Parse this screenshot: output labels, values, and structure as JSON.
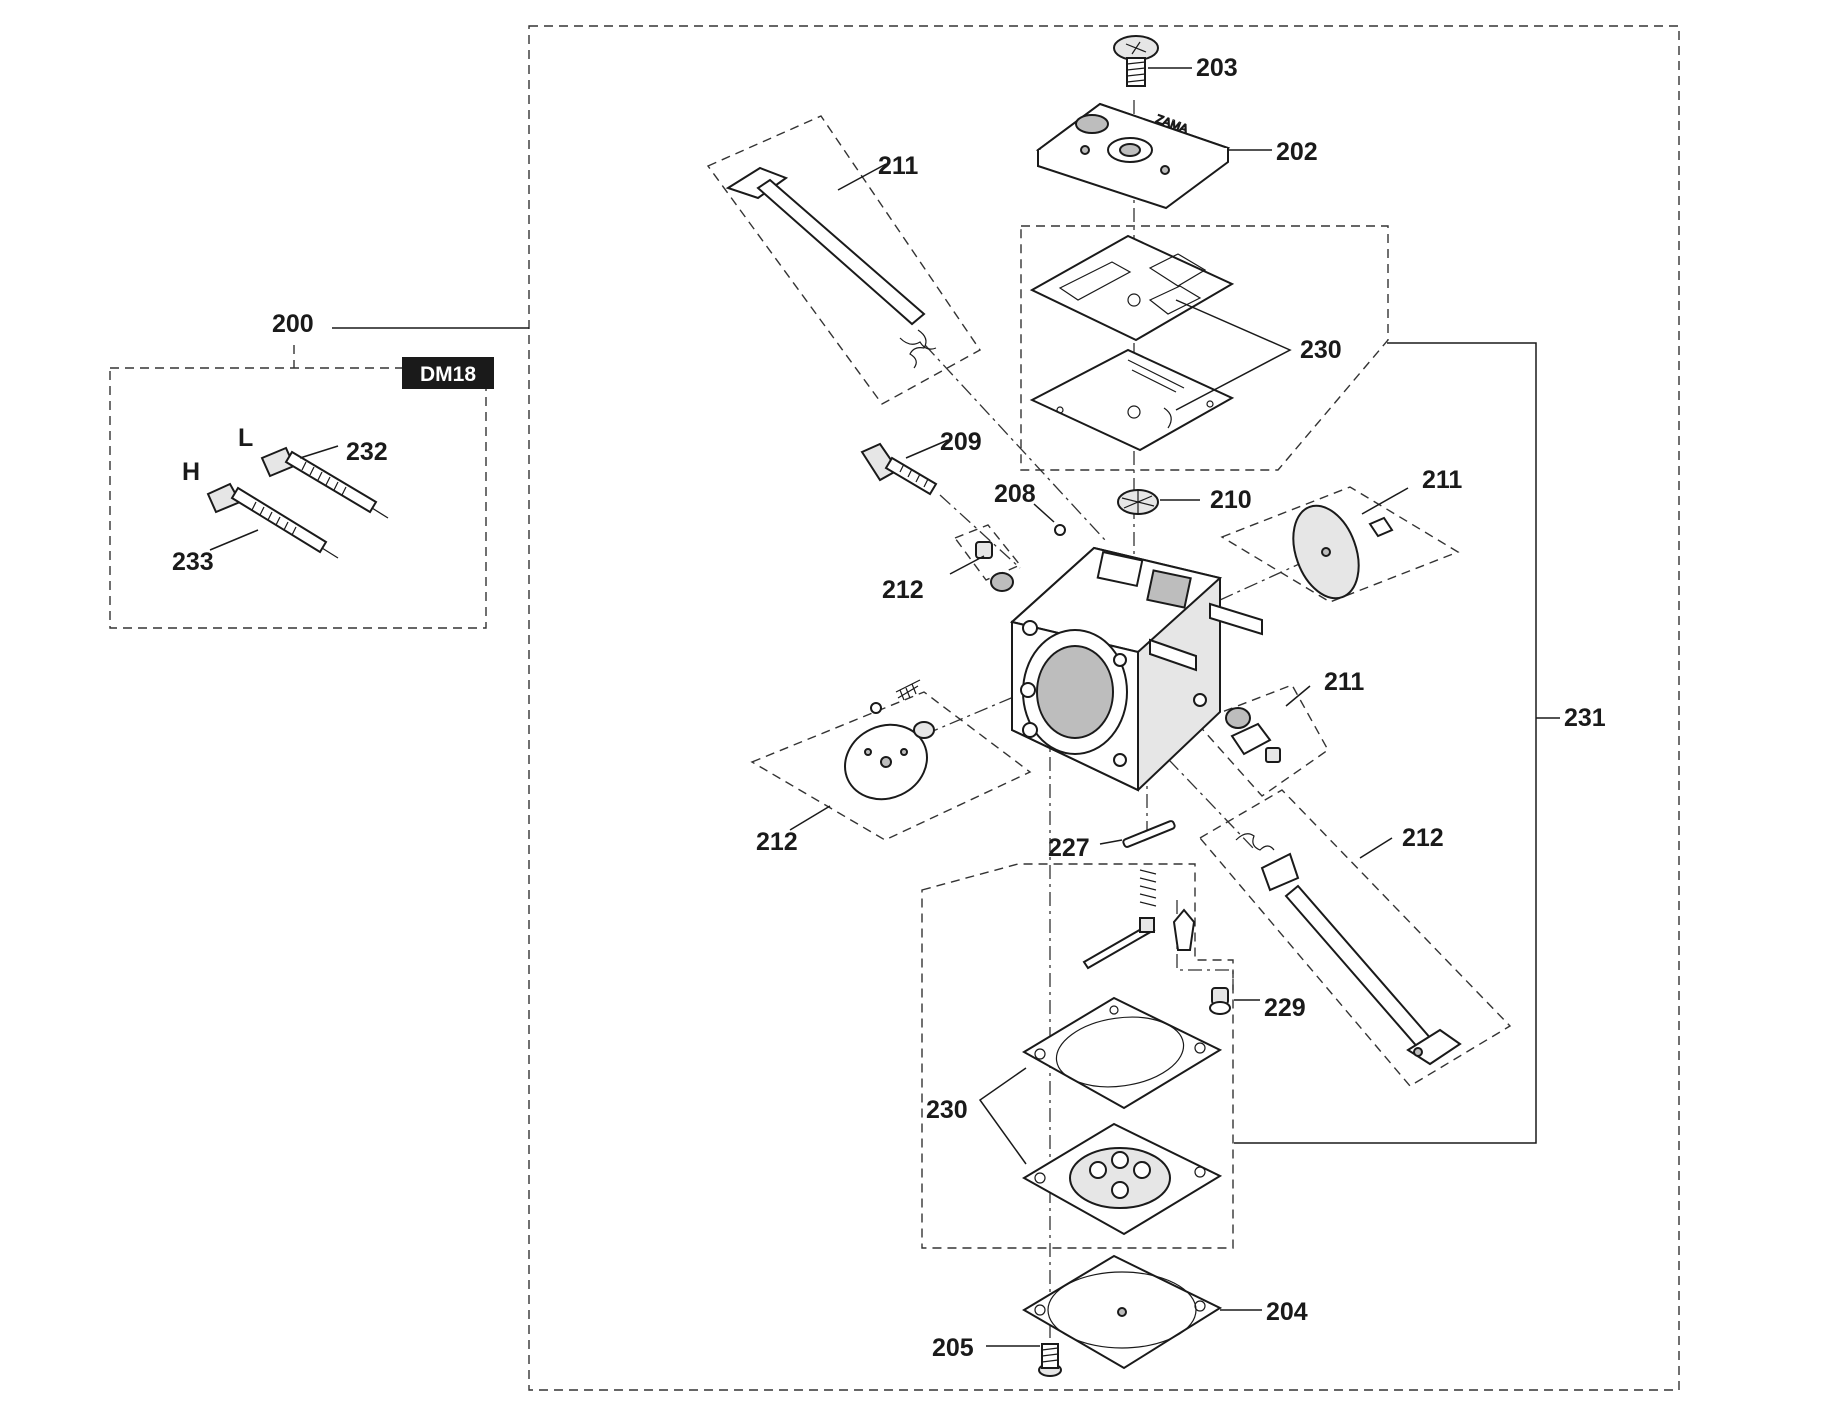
{
  "diagram": {
    "badge": "DM18",
    "labels": {
      "p200": "200",
      "p202": "202",
      "p203": "203",
      "p204": "204",
      "p205": "205",
      "p208": "208",
      "p209": "209",
      "p210": "210",
      "p211_top": "211",
      "p211_right": "211",
      "p211_mid": "211",
      "p212_a": "212",
      "p212_b": "212",
      "p212_c": "212",
      "p227": "227",
      "p229": "229",
      "p230_top": "230",
      "p230_bottom": "230",
      "p231": "231",
      "p232": "232",
      "p233": "233",
      "letter_L": "L",
      "letter_H": "H"
    },
    "plate_marking": "ZAMA"
  }
}
